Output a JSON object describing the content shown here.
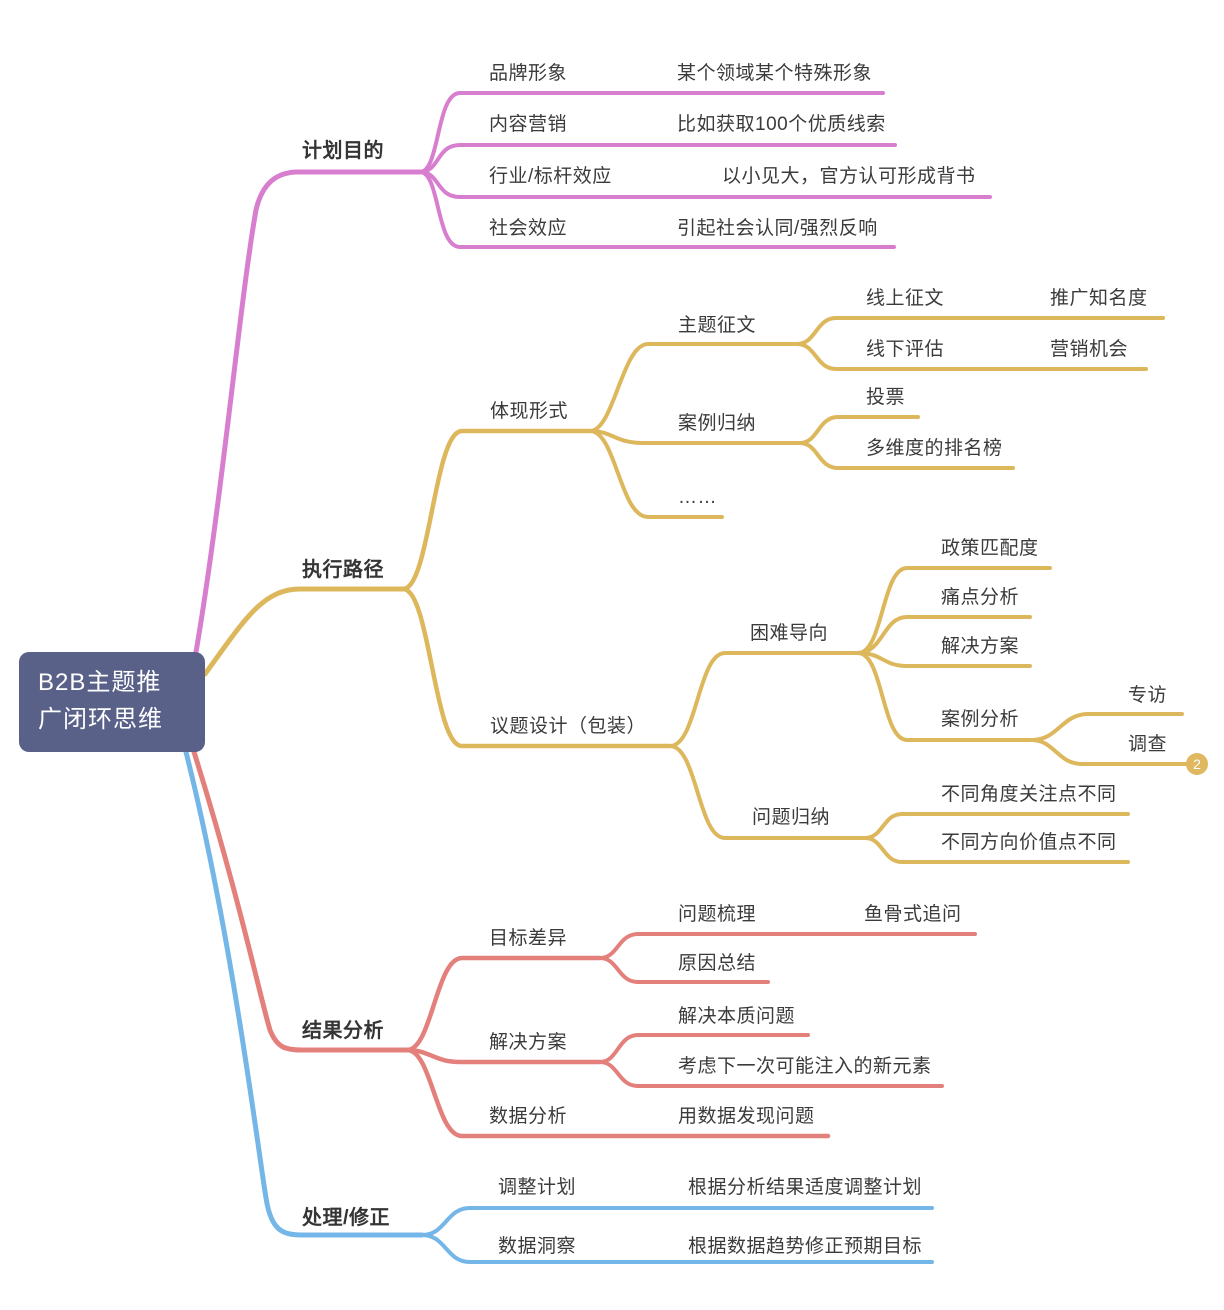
{
  "root": {
    "label": "B2B主题推广闭环思维",
    "line1": "B2B主题推",
    "line2": "广闭环思维"
  },
  "colors": {
    "pink": "#D87ECF",
    "yellow": "#DDB75C",
    "red": "#E4807C",
    "blue": "#75B6E8",
    "root_bg": "#5A6189",
    "badge_bg": "#DFB85F",
    "text": "#3B3B3B"
  },
  "branches": [
    {
      "label": "计划目的",
      "children": [
        {
          "label": "品牌形象",
          "note": "某个领域某个特殊形象"
        },
        {
          "label": "内容营销",
          "note": "比如获取100个优质线索"
        },
        {
          "label": "行业/标杆效应",
          "note": "以小见大，官方认可形成背书"
        },
        {
          "label": "社会效应",
          "note": "引起社会认同/强烈反响"
        }
      ]
    },
    {
      "label": "执行路径",
      "children": [
        {
          "label": "体现形式",
          "children": [
            {
              "label": "主题征文",
              "children": [
                {
                  "label": "线上征文",
                  "note": "推广知名度"
                },
                {
                  "label": "线下评估",
                  "note": "营销机会"
                }
              ]
            },
            {
              "label": "案例归纳",
              "children": [
                {
                  "label": "投票"
                },
                {
                  "label": "多维度的排名榜"
                }
              ]
            },
            {
              "label": "……"
            }
          ]
        },
        {
          "label": "议题设计（包装）",
          "children": [
            {
              "label": "困难导向",
              "children": [
                {
                  "label": "政策匹配度"
                },
                {
                  "label": "痛点分析"
                },
                {
                  "label": "解决方案"
                },
                {
                  "label": "案例分析",
                  "children": [
                    {
                      "label": "专访"
                    },
                    {
                      "label": "调查",
                      "badge": "2"
                    }
                  ]
                }
              ]
            },
            {
              "label": "问题归纳",
              "children": [
                {
                  "label": "不同角度关注点不同"
                },
                {
                  "label": "不同方向价值点不同"
                }
              ]
            }
          ]
        }
      ]
    },
    {
      "label": "结果分析",
      "children": [
        {
          "label": "目标差异",
          "children": [
            {
              "label": "问题梳理",
              "note": "鱼骨式追问"
            },
            {
              "label": "原因总结"
            }
          ]
        },
        {
          "label": "解决方案",
          "children": [
            {
              "label": "解决本质问题"
            },
            {
              "label": "考虑下一次可能注入的新元素"
            }
          ]
        },
        {
          "label": "数据分析",
          "note": "用数据发现问题"
        }
      ]
    },
    {
      "label": "处理/修正",
      "children": [
        {
          "label": "调整计划",
          "note": "根据分析结果适度调整计划"
        },
        {
          "label": "数据洞察",
          "note": "根据数据趋势修正预期目标"
        }
      ]
    }
  ]
}
